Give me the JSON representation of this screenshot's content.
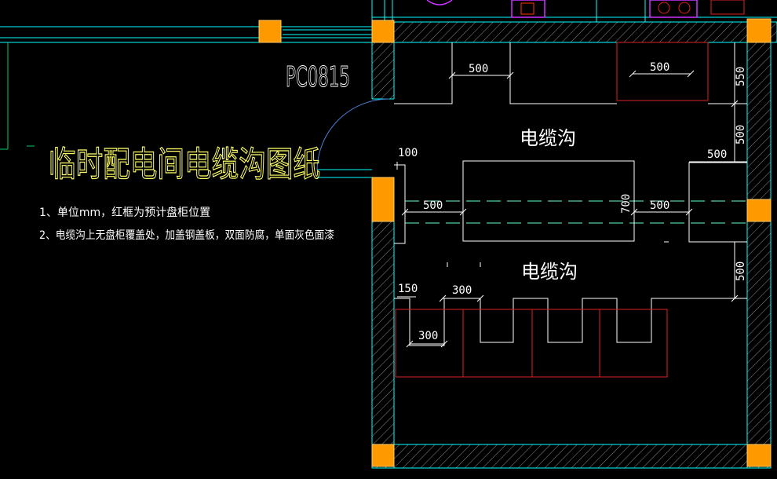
{
  "drawing": {
    "title": "临时配电间电缆沟图纸",
    "window_label": "PC0815",
    "notes": [
      "1、单位mm，红框为预计盘柜位置",
      "2、电缆沟上无盘柜覆盖处，加盖钢盖板，双面防腐，单面灰色面漆"
    ],
    "trench_label_upper": "电缆沟",
    "trench_label_lower": "电缆沟",
    "dimensions": {
      "top_left_width": "500",
      "top_right_width": "500",
      "top_right_depth": "550",
      "right_upper": "500",
      "right_step": "500",
      "left_stub": "100",
      "center_left": "500",
      "center_height": "700",
      "center_right": "500",
      "right_lower": "500",
      "bottom_left_150": "150",
      "bottom_300_top": "300",
      "bottom_300_lower": "300"
    }
  },
  "colors": {
    "background": "#000000",
    "wall_cyan": "#00ffff",
    "wall_hatch": "#9a9a9a",
    "column_orange": "#ff9900",
    "outline_white": "#ffffff",
    "cabinet_red": "#e02020",
    "title_yellow": "#ffff66",
    "door_arc_blue": "#4a7fd0",
    "magenta": "#cc33ff"
  }
}
